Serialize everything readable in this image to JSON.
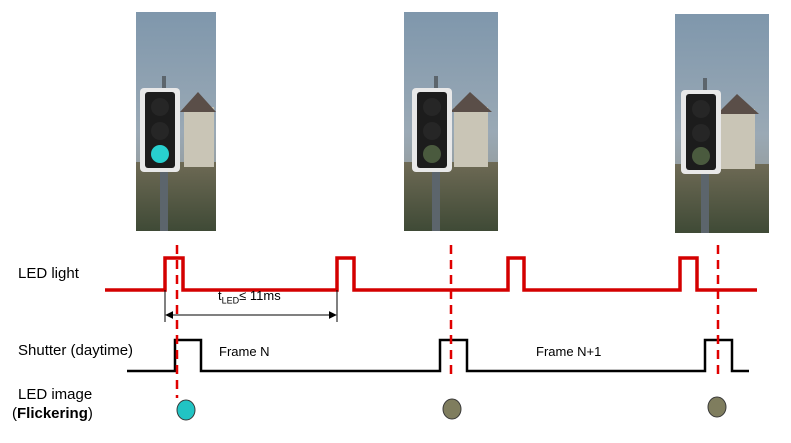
{
  "labels": {
    "led_light": "LED light",
    "shutter": "Shutter (daytime)",
    "led_image_line1": "LED image",
    "led_image_paren_open": "(",
    "led_image_bold": "Flickering",
    "led_image_paren_close": ")",
    "t_led_t": "t",
    "t_led_sub": "LED",
    "t_led_rest": "≤ 11ms",
    "frame_n": "Frame N",
    "frame_n1": "Frame N+1"
  },
  "colors": {
    "led_signal": "#d40000",
    "shutter_signal": "#000000",
    "marker": "#e00000",
    "led_on": "#21c4c4",
    "led_off": "#7f7d5e",
    "sky": "#6f8ba3",
    "pole": "#606a72",
    "housing": "#1c1c1c"
  },
  "photos": [
    {
      "led_state": "on"
    },
    {
      "led_state": "off"
    },
    {
      "led_state": "off"
    }
  ],
  "led_images": [
    "on",
    "off",
    "off"
  ]
}
